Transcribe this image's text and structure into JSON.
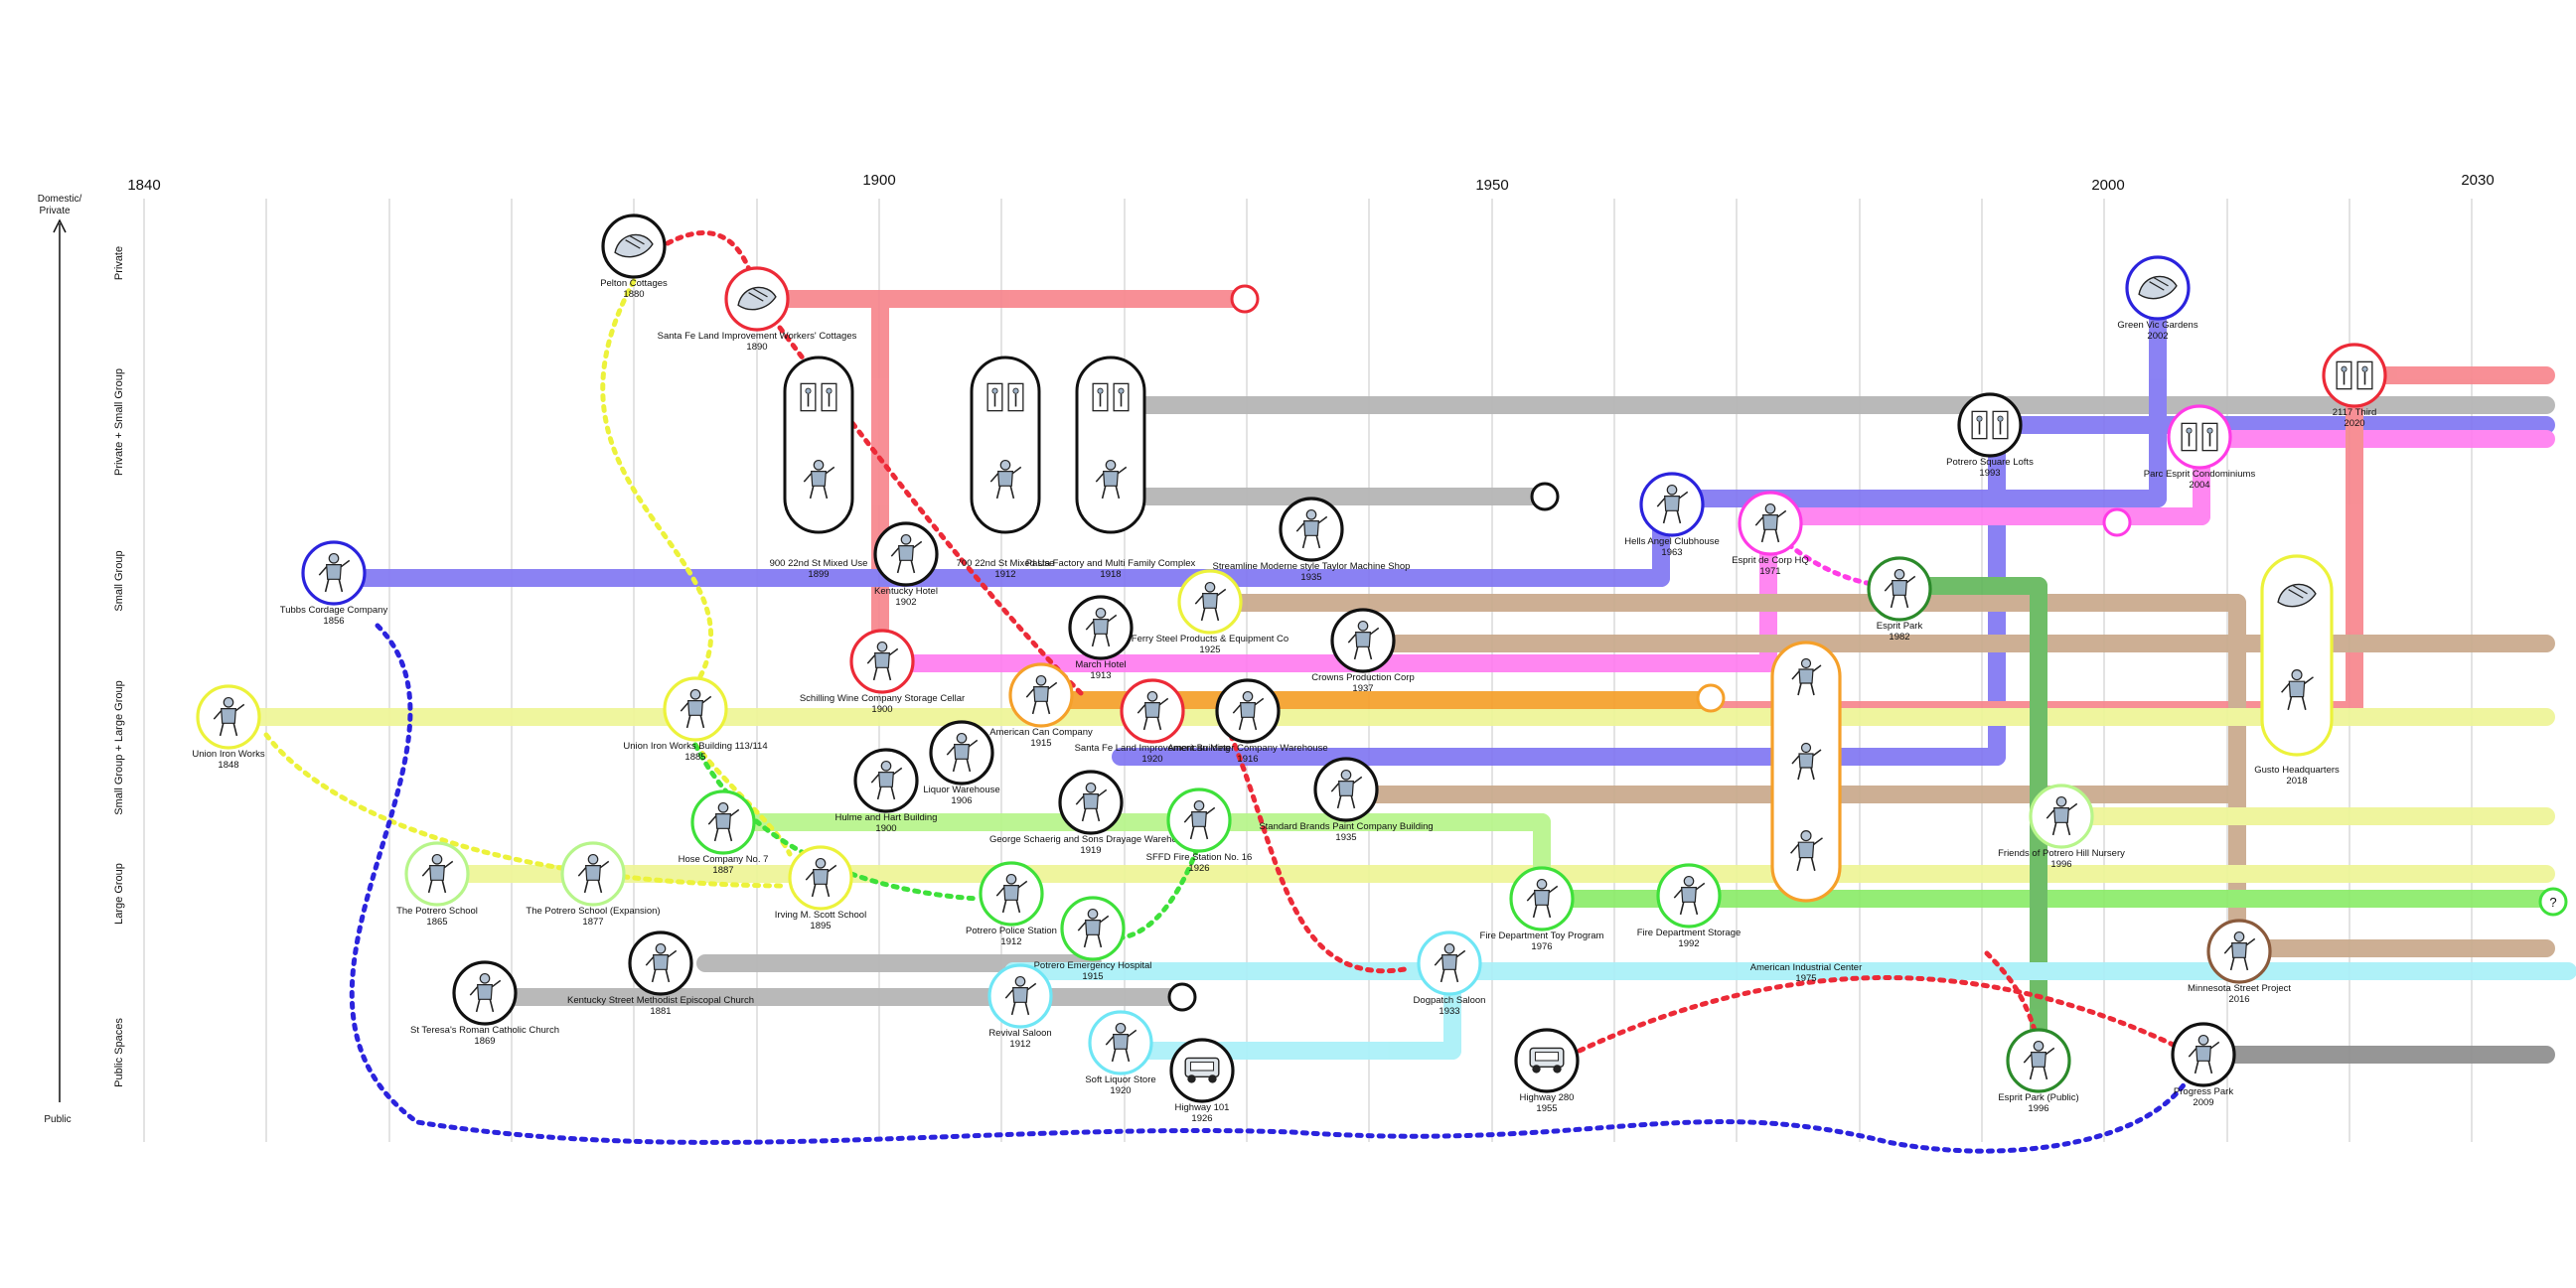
{
  "years": [
    {
      "label": "1840",
      "value": 1840
    },
    {
      "label": "1900",
      "value": 1900
    },
    {
      "label": "1950",
      "value": 1950
    },
    {
      "label": "2000",
      "value": 2000
    },
    {
      "label": "2030",
      "value": 2030
    }
  ],
  "axis": {
    "top_label_1": "Domestic/",
    "top_label_2": "Private",
    "bottom_label": "Public"
  },
  "categories": [
    "Private",
    "Private + Small Group",
    "Small Group",
    "Small Group + Large Group",
    "Large Group",
    "Public Spaces"
  ],
  "colors": {
    "red": "#ec2a37",
    "salmon": "#f7868d",
    "blue": "#2b23dd",
    "periwinkle": "#8177f2",
    "magenta": "#ff3be6",
    "pink": "#ff7df0",
    "yellow": "#ecf23b",
    "lightyellow": "#eef596",
    "green": "#3ee03a",
    "lightgreen": "#b7f58a",
    "darkgreen": "#2b8a2a",
    "olive": "#63b85c",
    "tan": "#c9a98c",
    "brown": "#8a5a3c",
    "gray": "#b4b4b4",
    "darkgray": "#8d8d8d",
    "cyan": "#6fe6f5",
    "lightcyan": "#a9f0f8",
    "orange": "#f5a02a",
    "black": "#111111"
  },
  "nodes": [
    {
      "id": "pelton",
      "name": "Pelton Cottages",
      "year": "1880",
      "ring": "black",
      "icon": "hand-icon"
    },
    {
      "id": "santa-fe-cottages",
      "name": "Santa Fe Land Improvement Workers' Cottages",
      "year": "1890",
      "ring": "red",
      "icon": "hand-icon"
    },
    {
      "id": "900-22nd",
      "name": "900 22nd St Mixed Use",
      "year": "1899",
      "ring": "black",
      "icon": "mixed-use-icon"
    },
    {
      "id": "700-22nd",
      "name": "700 22nd St Mixed Use",
      "year": "1912",
      "ring": "black",
      "icon": "mixed-use-icon"
    },
    {
      "id": "pasta",
      "name": "Pasta Factory and Multi Family Complex",
      "year": "1918",
      "ring": "black",
      "icon": "mixed-use-icon"
    },
    {
      "id": "tubbs",
      "name": "Tubbs Cordage Company",
      "year": "1856",
      "ring": "blue",
      "icon": "worker-icon"
    },
    {
      "id": "kentucky-hotel",
      "name": "Kentucky Hotel",
      "year": "1902",
      "ring": "black",
      "icon": "worker-icon"
    },
    {
      "id": "streamline",
      "name": "Streamline Moderne style Taylor Machine Shop",
      "year": "1935",
      "ring": "black",
      "icon": "worker-icon"
    },
    {
      "id": "ferry-steel",
      "name": "Ferry Steel Products & Equipment Co",
      "year": "1925",
      "ring": "yellow",
      "icon": "worker-icon"
    },
    {
      "id": "crowns",
      "name": "Crowns Production Corp",
      "year": "1937",
      "ring": "black",
      "icon": "worker-icon"
    },
    {
      "id": "march-hotel",
      "name": "March Hotel",
      "year": "1913",
      "ring": "black",
      "icon": "worker-icon"
    },
    {
      "id": "schilling",
      "name": "Schilling Wine Company Storage Cellar",
      "year": "1900",
      "ring": "red",
      "icon": "worker-icon"
    },
    {
      "id": "american-can",
      "name": "American Can Company",
      "year": "1915",
      "ring": "orange",
      "icon": "worker-icon"
    },
    {
      "id": "santa-fe-bldg",
      "name": "Santa Fe Land Improvement Building",
      "year": "1920",
      "ring": "red",
      "icon": "worker-icon"
    },
    {
      "id": "american-meter",
      "name": "American Meter Company Warehouse",
      "year": "1916",
      "ring": "black",
      "icon": "worker-icon"
    },
    {
      "id": "liquor-warehouse",
      "name": "Liquor Warehouse",
      "year": "1906",
      "ring": "black",
      "icon": "worker-icon"
    },
    {
      "id": "hulme",
      "name": "Hulme and Hart Building",
      "year": "1900",
      "ring": "black",
      "icon": "worker-icon"
    },
    {
      "id": "schaezig",
      "name": "George Schaerig and Sons Drayage Warehouse",
      "year": "1919",
      "ring": "black",
      "icon": "worker-icon"
    },
    {
      "id": "standard-brands",
      "name": "Standard Brands Paint Company Building",
      "year": "1935",
      "ring": "black",
      "icon": "worker-icon"
    },
    {
      "id": "union-iron",
      "name": "Union Iron Works",
      "year": "1848",
      "ring": "yellow",
      "icon": "worker-icon"
    },
    {
      "id": "union-iron-113",
      "name": "Union Iron Works Building 113/114",
      "year": "1885",
      "ring": "yellow",
      "icon": "worker-icon"
    },
    {
      "id": "hose-7",
      "name": "Hose Company No. 7",
      "year": "1887",
      "ring": "green",
      "icon": "firefighter-icon"
    },
    {
      "id": "sffd-16",
      "name": "SFFD Fire Station No. 16",
      "year": "1926",
      "ring": "green",
      "icon": "firefighter-icon"
    },
    {
      "id": "potrero-school",
      "name": "The Potrero School",
      "year": "1865",
      "ring": "lightgreen",
      "icon": "teacher-icon"
    },
    {
      "id": "potrero-school-exp",
      "name": "The Potrero School (Expansion)",
      "year": "1877",
      "ring": "lightgreen",
      "icon": "teacher-icon"
    },
    {
      "id": "irving-scott",
      "name": "Irving M. Scott School",
      "year": "1895",
      "ring": "yellow",
      "icon": "teacher-icon"
    },
    {
      "id": "potrero-police",
      "name": "Potrero Police Station",
      "year": "1912",
      "ring": "green",
      "icon": "police-icon"
    },
    {
      "id": "potrero-emergency",
      "name": "Potrero Emergency Hospital",
      "year": "1915",
      "ring": "green",
      "icon": "nurse-icon"
    },
    {
      "id": "fire-toy",
      "name": "Fire Department Toy Program",
      "year": "1976",
      "ring": "green",
      "icon": "firefighter-icon"
    },
    {
      "id": "fire-storage",
      "name": "Fire Department Storage",
      "year": "1992",
      "ring": "green",
      "icon": "firefighter-icon"
    },
    {
      "id": "dogpatch-saloon",
      "name": "Dogpatch Saloon",
      "year": "1933",
      "ring": "cyan",
      "icon": "patron-icon"
    },
    {
      "id": "st-teresa",
      "name": "St Teresa's Roman Catholic Church",
      "year": "1869",
      "ring": "black",
      "icon": "priest-icon"
    },
    {
      "id": "kentucky-methodist",
      "name": "Kentucky Street Methodist Episcopal Church",
      "year": "1881",
      "ring": "black",
      "icon": "preacher-icon"
    },
    {
      "id": "revival-saloon",
      "name": "Revival Saloon",
      "year": "1912",
      "ring": "cyan",
      "icon": "patron-icon"
    },
    {
      "id": "soft-liquor",
      "name": "Soft Liquor Store",
      "year": "1920",
      "ring": "cyan",
      "icon": "patron-icon"
    },
    {
      "id": "highway-101",
      "name": "Highway 101",
      "year": "1926",
      "ring": "black",
      "icon": "car-icon"
    },
    {
      "id": "highway-280",
      "name": "Highway 280",
      "year": "1955",
      "ring": "black",
      "icon": "car-icon"
    },
    {
      "id": "hells-angel",
      "name": "Hells Angel Clubhouse",
      "year": "1963",
      "ring": "blue",
      "icon": "motorcycle-icon"
    },
    {
      "id": "esprit-hq",
      "name": "Esprit de Corp HQ",
      "year": "1971",
      "ring": "magenta",
      "icon": "worker-icon"
    },
    {
      "id": "esprit-park",
      "name": "Esprit Park",
      "year": "1982",
      "ring": "darkgreen",
      "icon": "walker-icon"
    },
    {
      "id": "esprit-park-public",
      "name": "Esprit Park (Public)",
      "year": "1996",
      "ring": "darkgreen",
      "icon": "walker-icon"
    },
    {
      "id": "american-industrial",
      "name": "American Industrial Center",
      "year": "1975",
      "ring": "orange",
      "icon": "worker-icon"
    },
    {
      "id": "potrero-lofts",
      "name": "Potrero Square Lofts",
      "year": "1993",
      "ring": "black",
      "icon": "apartment-icon"
    },
    {
      "id": "green-vic",
      "name": "Green Vic Gardens",
      "year": "2002",
      "ring": "blue",
      "icon": "hand-icon"
    },
    {
      "id": "parc-esprit",
      "name": "Parc Esprit Condominiums",
      "year": "2004",
      "ring": "magenta",
      "icon": "apartment-icon"
    },
    {
      "id": "2117-third",
      "name": "2117 Third",
      "year": "2020",
      "ring": "red",
      "icon": "apartment-icon"
    },
    {
      "id": "gusto",
      "name": "Gusto Headquarters",
      "year": "2018",
      "ring": "yellow",
      "icon": "office-icon"
    },
    {
      "id": "friends-nursery",
      "name": "Friends of Potrero Hill Nursery",
      "year": "1996",
      "ring": "lightgreen",
      "icon": "gardener-icon"
    },
    {
      "id": "minnesota",
      "name": "Minnesota Street Project",
      "year": "2016",
      "ring": "brown",
      "icon": "teacher-icon"
    },
    {
      "id": "progress-park",
      "name": "Progress Park",
      "year": "2009",
      "ring": "black",
      "icon": "walker-icon"
    },
    {
      "id": "unknown-end",
      "name": "?",
      "year": "",
      "ring": "green",
      "icon": ""
    }
  ]
}
